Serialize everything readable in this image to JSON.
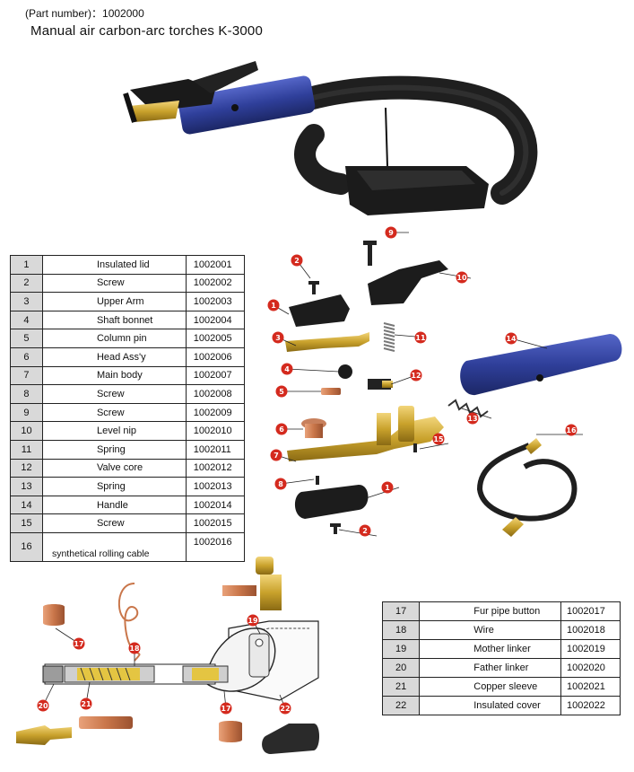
{
  "header": {
    "part_number": "(Part number)：1002000",
    "title": "Manual air carbon-arc torches   K-3000"
  },
  "parts_main": [
    {
      "num": "1",
      "name": "Insulated lid",
      "code": "1002001"
    },
    {
      "num": "2",
      "name": "Screw",
      "code": "1002002"
    },
    {
      "num": "3",
      "name": "Upper Arm",
      "code": "1002003"
    },
    {
      "num": "4",
      "name": "Shaft bonnet",
      "code": "1002004"
    },
    {
      "num": "5",
      "name": "Column pin",
      "code": "1002005"
    },
    {
      "num": "6",
      "name": "Head Ass'y",
      "code": "1002006"
    },
    {
      "num": "7",
      "name": "Main body",
      "code": "1002007"
    },
    {
      "num": "8",
      "name": "Screw",
      "code": "1002008"
    },
    {
      "num": "9",
      "name": "Screw",
      "code": "1002009"
    },
    {
      "num": "10",
      "name": "Level nip",
      "code": "1002010"
    },
    {
      "num": "11",
      "name": "Spring",
      "code": "1002011"
    },
    {
      "num": "12",
      "name": "Valve core",
      "code": "1002012"
    },
    {
      "num": "13",
      "name": "Spring",
      "code": "1002013"
    },
    {
      "num": "14",
      "name": "Handle",
      "code": "1002014"
    },
    {
      "num": "15",
      "name": "Screw",
      "code": "1002015"
    },
    {
      "num": "16",
      "name": "synthetical rolling cable",
      "code": "1002016"
    }
  ],
  "parts_cable": [
    {
      "num": "17",
      "name": "Fur pipe button",
      "code": "1002017"
    },
    {
      "num": "18",
      "name": "Wire",
      "code": "1002018"
    },
    {
      "num": "19",
      "name": "Mother linker",
      "code": "1002019"
    },
    {
      "num": "20",
      "name": "Father linker",
      "code": "1002020"
    },
    {
      "num": "21",
      "name": "Copper sleeve",
      "code": "1002021"
    },
    {
      "num": "22",
      "name": "Insulated cover",
      "code": "1002022"
    }
  ],
  "callouts_exploded": [
    "9",
    "2",
    "10",
    "1",
    "11",
    "3",
    "14",
    "4",
    "12",
    "5",
    "13",
    "6",
    "15",
    "16",
    "7",
    "8",
    "1",
    "2"
  ],
  "callouts_cable": [
    "18",
    "19",
    "17",
    "21",
    "20",
    "17",
    "22"
  ],
  "colors": {
    "callout_red": "#d42a1e",
    "handle_blue": "#2f3f9a",
    "rubber_black": "#1f1f1f",
    "brass": "#c9a22c",
    "copper": "#c9764a",
    "table_number_gray": "#d9d9d9"
  }
}
